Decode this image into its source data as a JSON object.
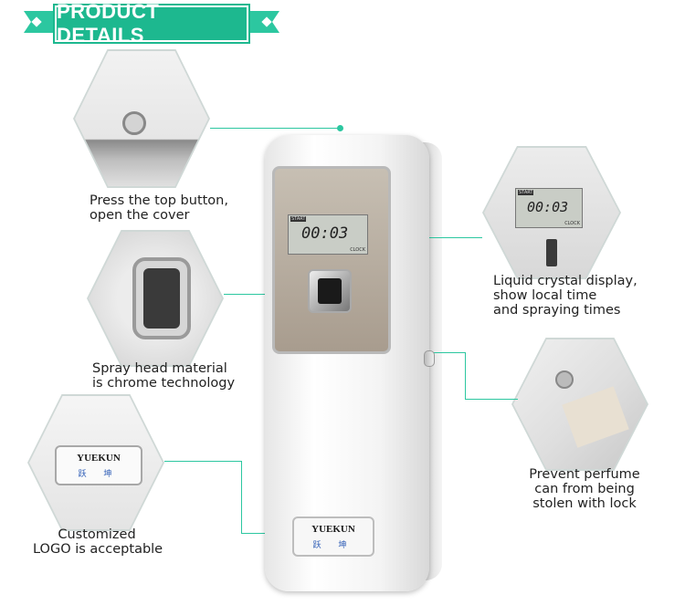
{
  "banner": {
    "title": "PRODUCT DETAILS"
  },
  "captions": {
    "top_button": [
      "Press the top button,",
      "open the cover"
    ],
    "spray_head": [
      "Spray head material",
      "is chrome technology"
    ],
    "logo": [
      "Customized",
      "LOGO is acceptable"
    ],
    "lcd": [
      "Liquid crystal display,",
      "show local time",
      "and spraying times"
    ],
    "lock": [
      "Prevent perfume",
      "can from being",
      "stolen with lock"
    ]
  },
  "lcd": {
    "start": "START",
    "time": "00:03",
    "clock": "CLOCK"
  },
  "brand": {
    "name": "YUEKUN",
    "chinese": "跃 坤"
  },
  "colors": {
    "accent": "#2cc7a0",
    "banner": "#1db88f"
  }
}
